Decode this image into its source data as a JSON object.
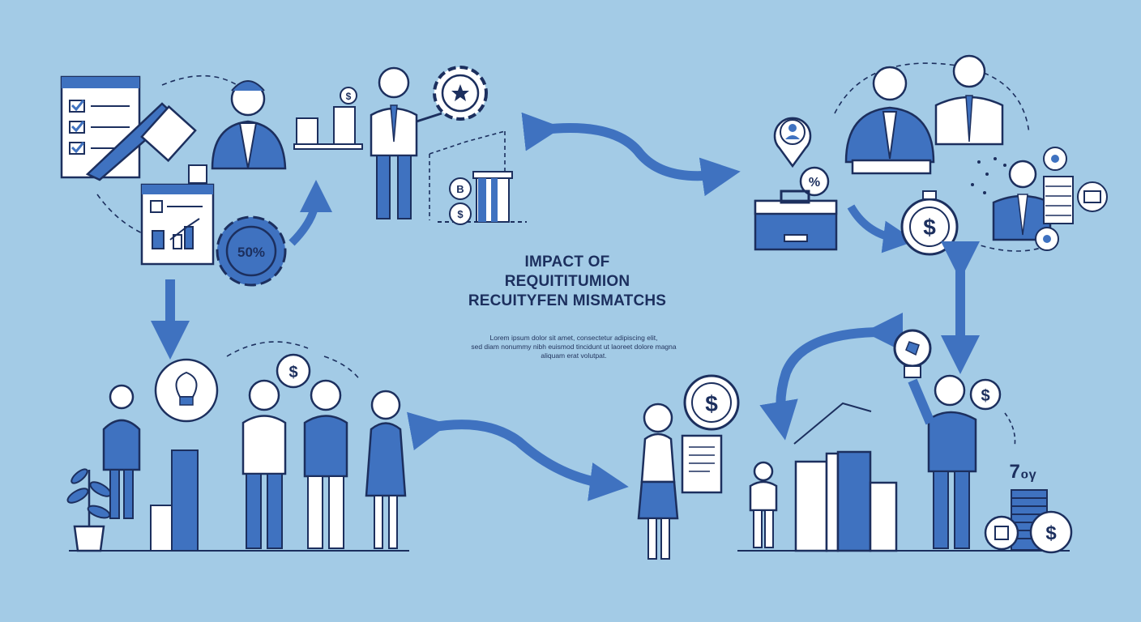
{
  "title": [
    "IMPACT OF",
    "REQUITITUMION",
    "RECUITYFEN MISMATCHS"
  ],
  "body_text": [
    "Lorem ipsum dolor sit amet, consectetur adipiscing elit,",
    "sed diam nonummy nibh euismod tincidunt ut laoreet dolore magna",
    "aliquam erat volutpat."
  ],
  "gear_stat": "50%",
  "percent_badge": "%",
  "dollar_sign": "$",
  "letter_badge": "B",
  "coin_stack_label": "7₀ᵧ",
  "colors": {
    "background": "#a3cbe6",
    "accent_blue": "#3f72c0",
    "outline": "#1c2f5e",
    "white": "#ffffff"
  }
}
